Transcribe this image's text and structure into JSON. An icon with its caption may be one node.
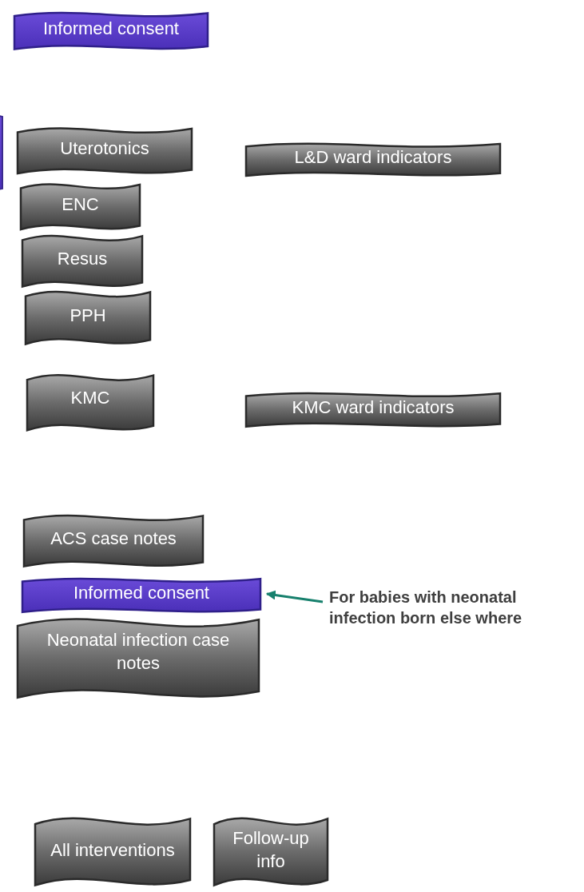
{
  "diagram": {
    "nodes": [
      {
        "text": [
          "Informed consent"
        ]
      },
      {
        "text": [
          "Uterotonics"
        ]
      },
      {
        "text": [
          "L&D ward indicators"
        ]
      },
      {
        "text": [
          "ENC"
        ]
      },
      {
        "text": [
          "Resus"
        ]
      },
      {
        "text": [
          "PPH"
        ]
      },
      {
        "text": [
          "KMC"
        ]
      },
      {
        "text": [
          "KMC ward indicators"
        ]
      },
      {
        "text": [
          "ACS case notes"
        ]
      },
      {
        "text": [
          "Informed consent"
        ]
      },
      {
        "text": [
          "Neonatal infection case notes"
        ]
      },
      {
        "text": [
          "For babies with neonatal infection born else where"
        ]
      },
      {
        "text": [
          "All interventions"
        ]
      },
      {
        "text": [
          "Follow-up info"
        ]
      }
    ],
    "edges": [
      {
        "from": 11,
        "to": 9,
        "arrow": "to",
        "color": "#17806d"
      }
    ]
  }
}
